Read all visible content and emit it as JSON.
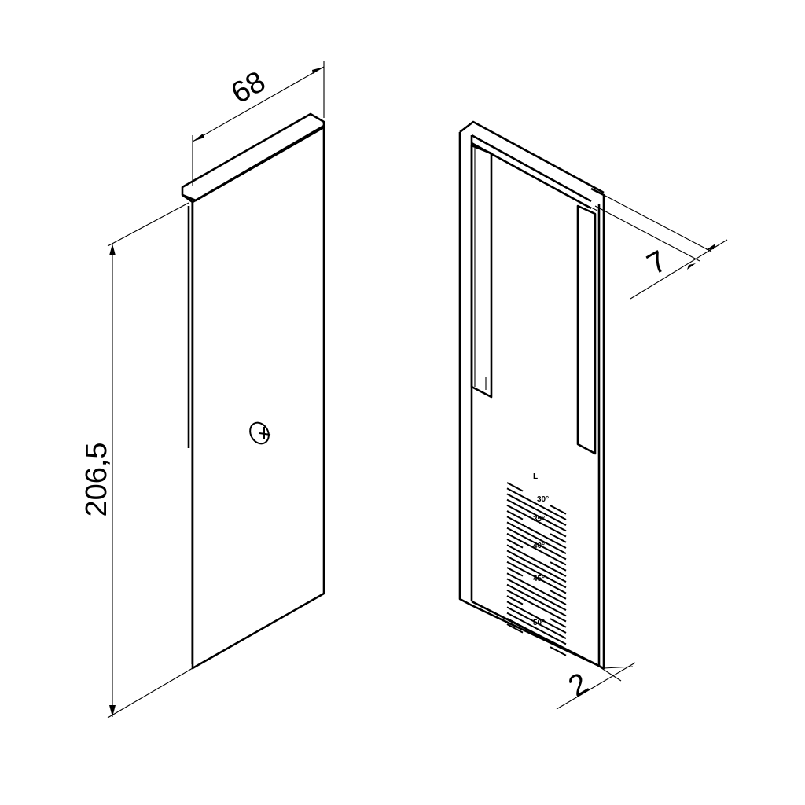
{
  "dimensions": {
    "width": "68",
    "height": "206,5",
    "lip": "7",
    "thickness": "2"
  },
  "scale": {
    "header": "L",
    "angles": [
      "30°",
      "35°",
      "40°",
      "45°",
      "50°"
    ]
  },
  "colors": {
    "line": "#000000",
    "background": "#ffffff"
  }
}
